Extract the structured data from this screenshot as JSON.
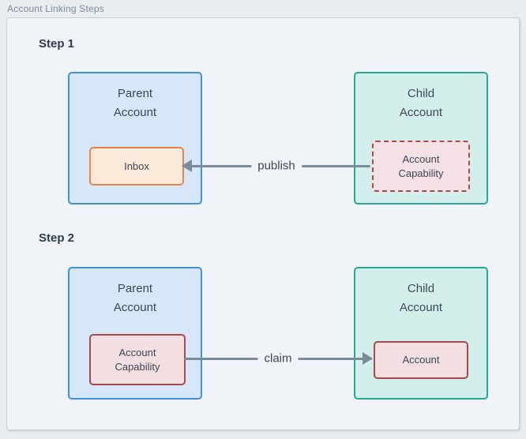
{
  "page": {
    "title": "Account Linking Steps"
  },
  "colors": {
    "canvas_bg": "#f0f3f7",
    "page_bg": "#eaedf0",
    "parent_box_bg": "#d5e7f8",
    "parent_box_border": "#4390da",
    "child_box_bg": "#d3efeb",
    "child_box_border": "#28a795",
    "inbox_node_bg": "#fbe9da",
    "inbox_node_border": "#e5854a",
    "red_node_bg": "#f3dfe2",
    "red_node_border": "#a84a48",
    "arrow": "#7b8b99",
    "text_dark": "#3d4856",
    "title_gray": "#7e8a97"
  },
  "steps": [
    {
      "label": "Step 1",
      "parent": {
        "title": "Parent\nAccount",
        "node": {
          "label": "Inbox",
          "style": "orange-solid"
        }
      },
      "child": {
        "title": "Child\nAccount",
        "node": {
          "label": "Account\nCapability",
          "style": "red-dashed"
        }
      },
      "arrow": {
        "label": "publish",
        "direction": "right-to-left"
      }
    },
    {
      "label": "Step 2",
      "parent": {
        "title": "Parent\nAccount",
        "node": {
          "label": "Account\nCapability",
          "style": "red-solid"
        }
      },
      "child": {
        "title": "Child\nAccount",
        "node": {
          "label": "Account",
          "style": "red-solid"
        }
      },
      "arrow": {
        "label": "claim",
        "direction": "left-to-right"
      }
    }
  ]
}
